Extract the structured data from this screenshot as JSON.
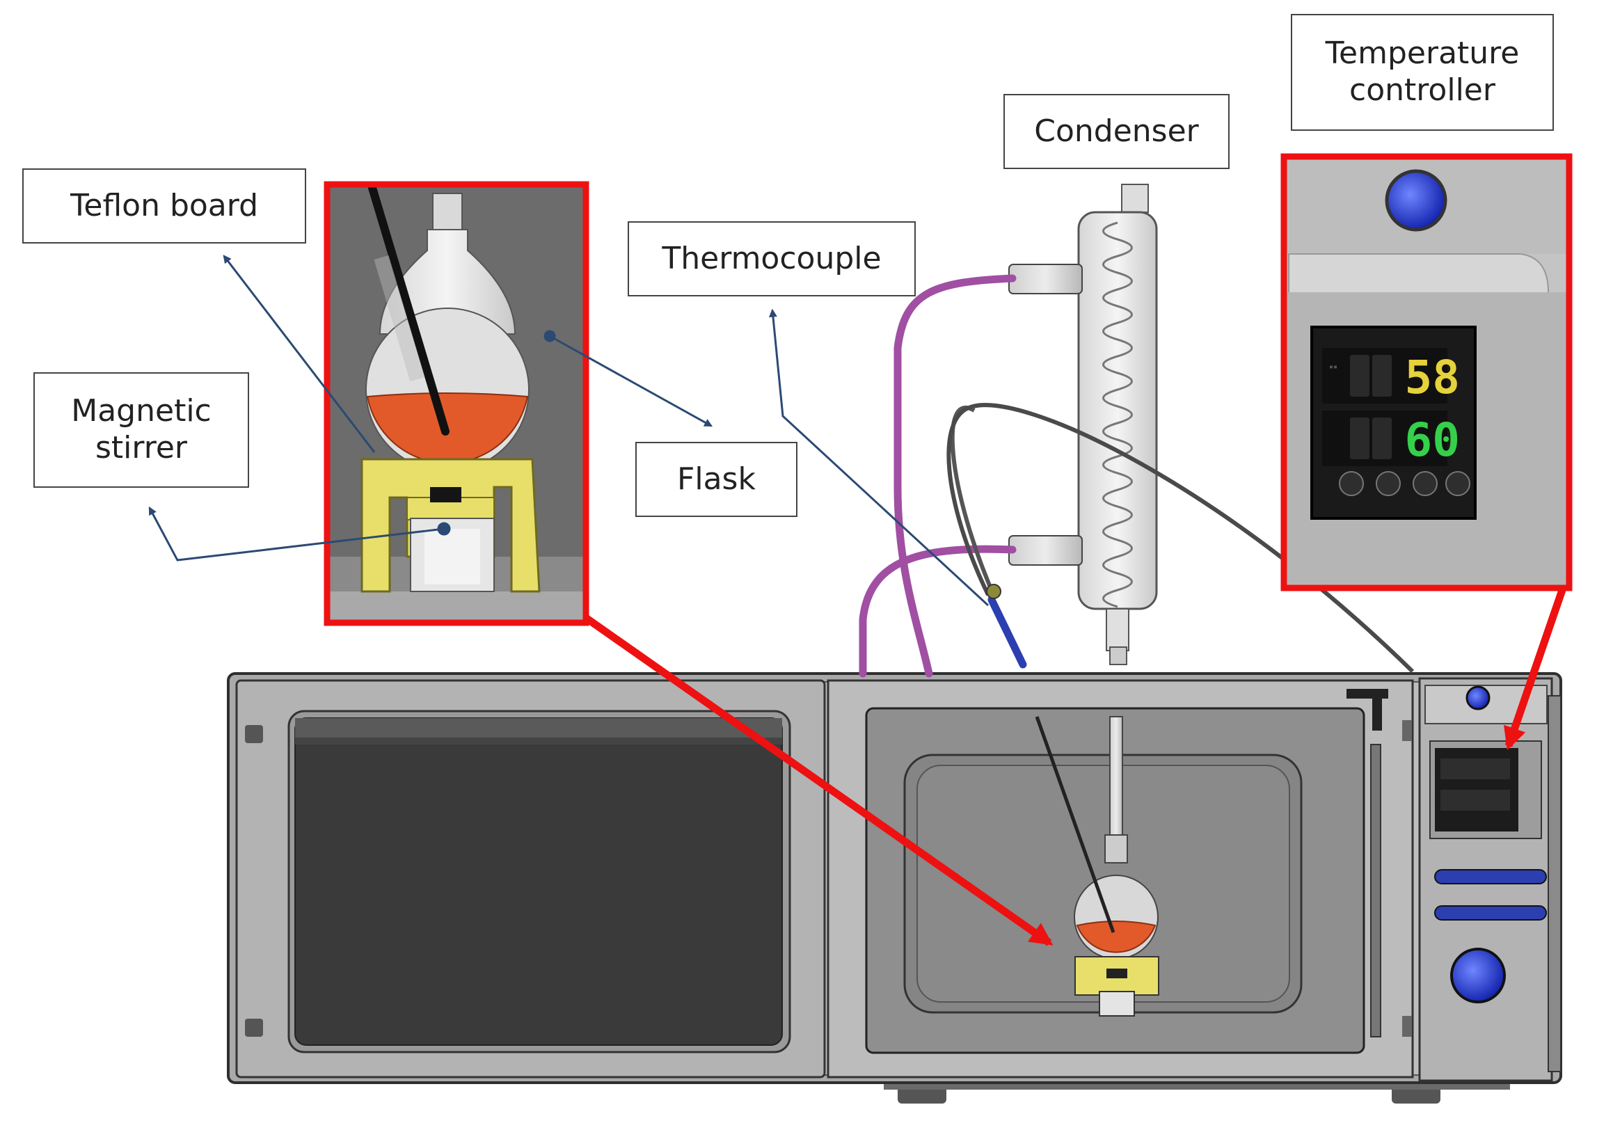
{
  "labels": {
    "teflon_board": "Teflon board",
    "magnetic_stirrer": "Magnetic\nstirrer",
    "thermocouple": "Thermocouple",
    "flask": "Flask",
    "condenser": "Condenser",
    "temperature_controller": "Temperature\ncontroller"
  },
  "controller_display": {
    "pv": "58",
    "sv": "60",
    "pv_color": "#e6d23a",
    "sv_color": "#35d04a"
  },
  "colors": {
    "highlight": "#ee1111",
    "annotation_arrow": "#2b4a73",
    "tubing": "#a04fa3",
    "thermocouple_probe": "#2c3fb0",
    "knob": "#1f33d6",
    "liquid": "#e25a2a",
    "stirrer_housing": "#e8df6a",
    "oven_body": "#b9b9b9",
    "oven_window": "#3a3a3a"
  }
}
